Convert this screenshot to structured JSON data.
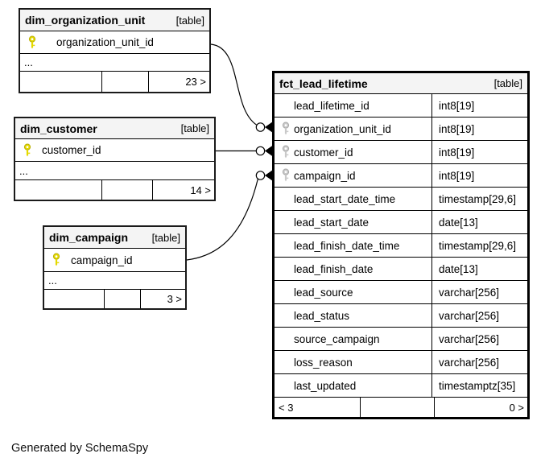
{
  "diagram": {
    "footer": "Generated by SchemaSpy"
  },
  "colors": {
    "border": "#000000",
    "header_bg": "#f4f4f4",
    "primary_key": "#e4d900",
    "foreign_key": "#c9c9c9"
  },
  "dim_organization_unit": {
    "title": "dim_organization_unit",
    "tag": "[table]",
    "pk": "organization_unit_id",
    "more": "...",
    "children_count": "23 >"
  },
  "dim_customer": {
    "title": "dim_customer",
    "tag": "[table]",
    "pk": "customer_id",
    "more": "...",
    "children_count": "14 >"
  },
  "dim_campaign": {
    "title": "dim_campaign",
    "tag": "[table]",
    "pk": "campaign_id",
    "more": "...",
    "children_count": "3 >"
  },
  "fct_lead_lifetime": {
    "title": "fct_lead_lifetime",
    "tag": "[table]",
    "columns": [
      {
        "name": "lead_lifetime_id",
        "type": "int8[19]"
      },
      {
        "name": "organization_unit_id",
        "type": "int8[19]"
      },
      {
        "name": "customer_id",
        "type": "int8[19]"
      },
      {
        "name": "campaign_id",
        "type": "int8[19]"
      },
      {
        "name": "lead_start_date_time",
        "type": "timestamp[29,6]"
      },
      {
        "name": "lead_start_date",
        "type": "date[13]"
      },
      {
        "name": "lead_finish_date_time",
        "type": "timestamp[29,6]"
      },
      {
        "name": "lead_finish_date",
        "type": "date[13]"
      },
      {
        "name": "lead_source",
        "type": "varchar[256]"
      },
      {
        "name": "lead_status",
        "type": "varchar[256]"
      },
      {
        "name": "source_campaign",
        "type": "varchar[256]"
      },
      {
        "name": "loss_reason",
        "type": "varchar[256]"
      },
      {
        "name": "last_updated",
        "type": "timestamptz[35]"
      }
    ],
    "parents_count": "< 3",
    "children_count": "0 >"
  }
}
